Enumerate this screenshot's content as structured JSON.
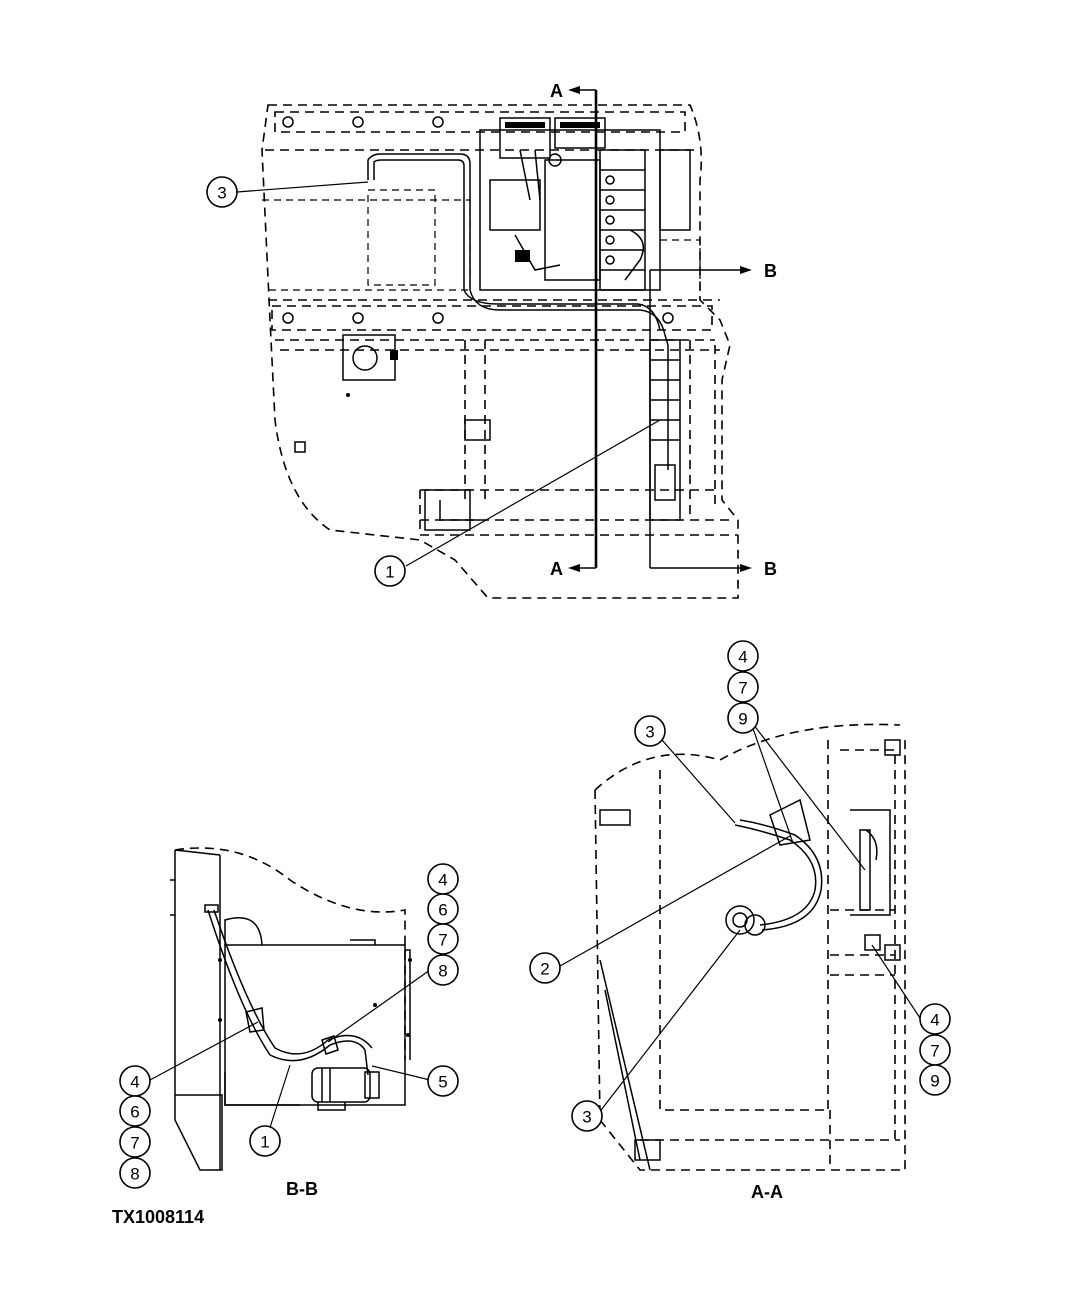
{
  "figure_id": "TX1008114",
  "section_labels": {
    "a_top": "A",
    "a_bottom": "A",
    "b_top": "B",
    "b_bottom": "B"
  },
  "view_captions": {
    "b_b": "B-B",
    "a_a": "A-A"
  },
  "callouts": {
    "top_view": [
      "3",
      "1"
    ],
    "b_b_view": [
      "4",
      "6",
      "7",
      "8",
      "4",
      "6",
      "7",
      "8",
      "1",
      "5"
    ],
    "a_a_view": [
      "4",
      "7",
      "9",
      "3",
      "2",
      "3",
      "4",
      "7",
      "9"
    ]
  }
}
